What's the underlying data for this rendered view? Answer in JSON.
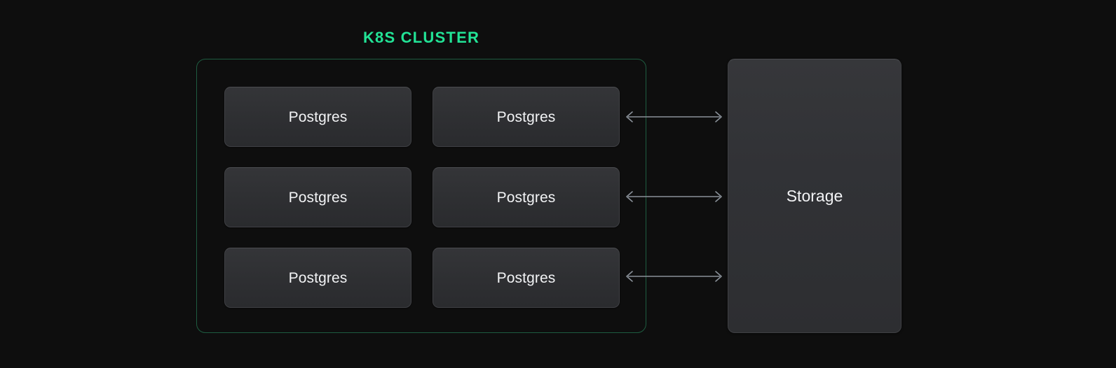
{
  "diagram": {
    "title": "K8S CLUSTER",
    "background_color": "#0e0e0e",
    "accent_color": "#22e396",
    "cluster_border_color": "#1e5c40",
    "node_fill_color": "#313236",
    "arrow_color": "#8a9199",
    "text_color": "#f2f3f5"
  },
  "cluster": {
    "label": "K8S CLUSTER",
    "nodes": [
      {
        "label": "Postgres"
      },
      {
        "label": "Postgres"
      },
      {
        "label": "Postgres"
      },
      {
        "label": "Postgres"
      },
      {
        "label": "Postgres"
      },
      {
        "label": "Postgres"
      }
    ]
  },
  "storage": {
    "label": "Storage"
  },
  "connectors": [
    {
      "name": "postgres-row-1-to-storage",
      "direction": "bidirectional"
    },
    {
      "name": "postgres-row-2-to-storage",
      "direction": "bidirectional"
    },
    {
      "name": "postgres-row-3-to-storage",
      "direction": "bidirectional"
    }
  ]
}
